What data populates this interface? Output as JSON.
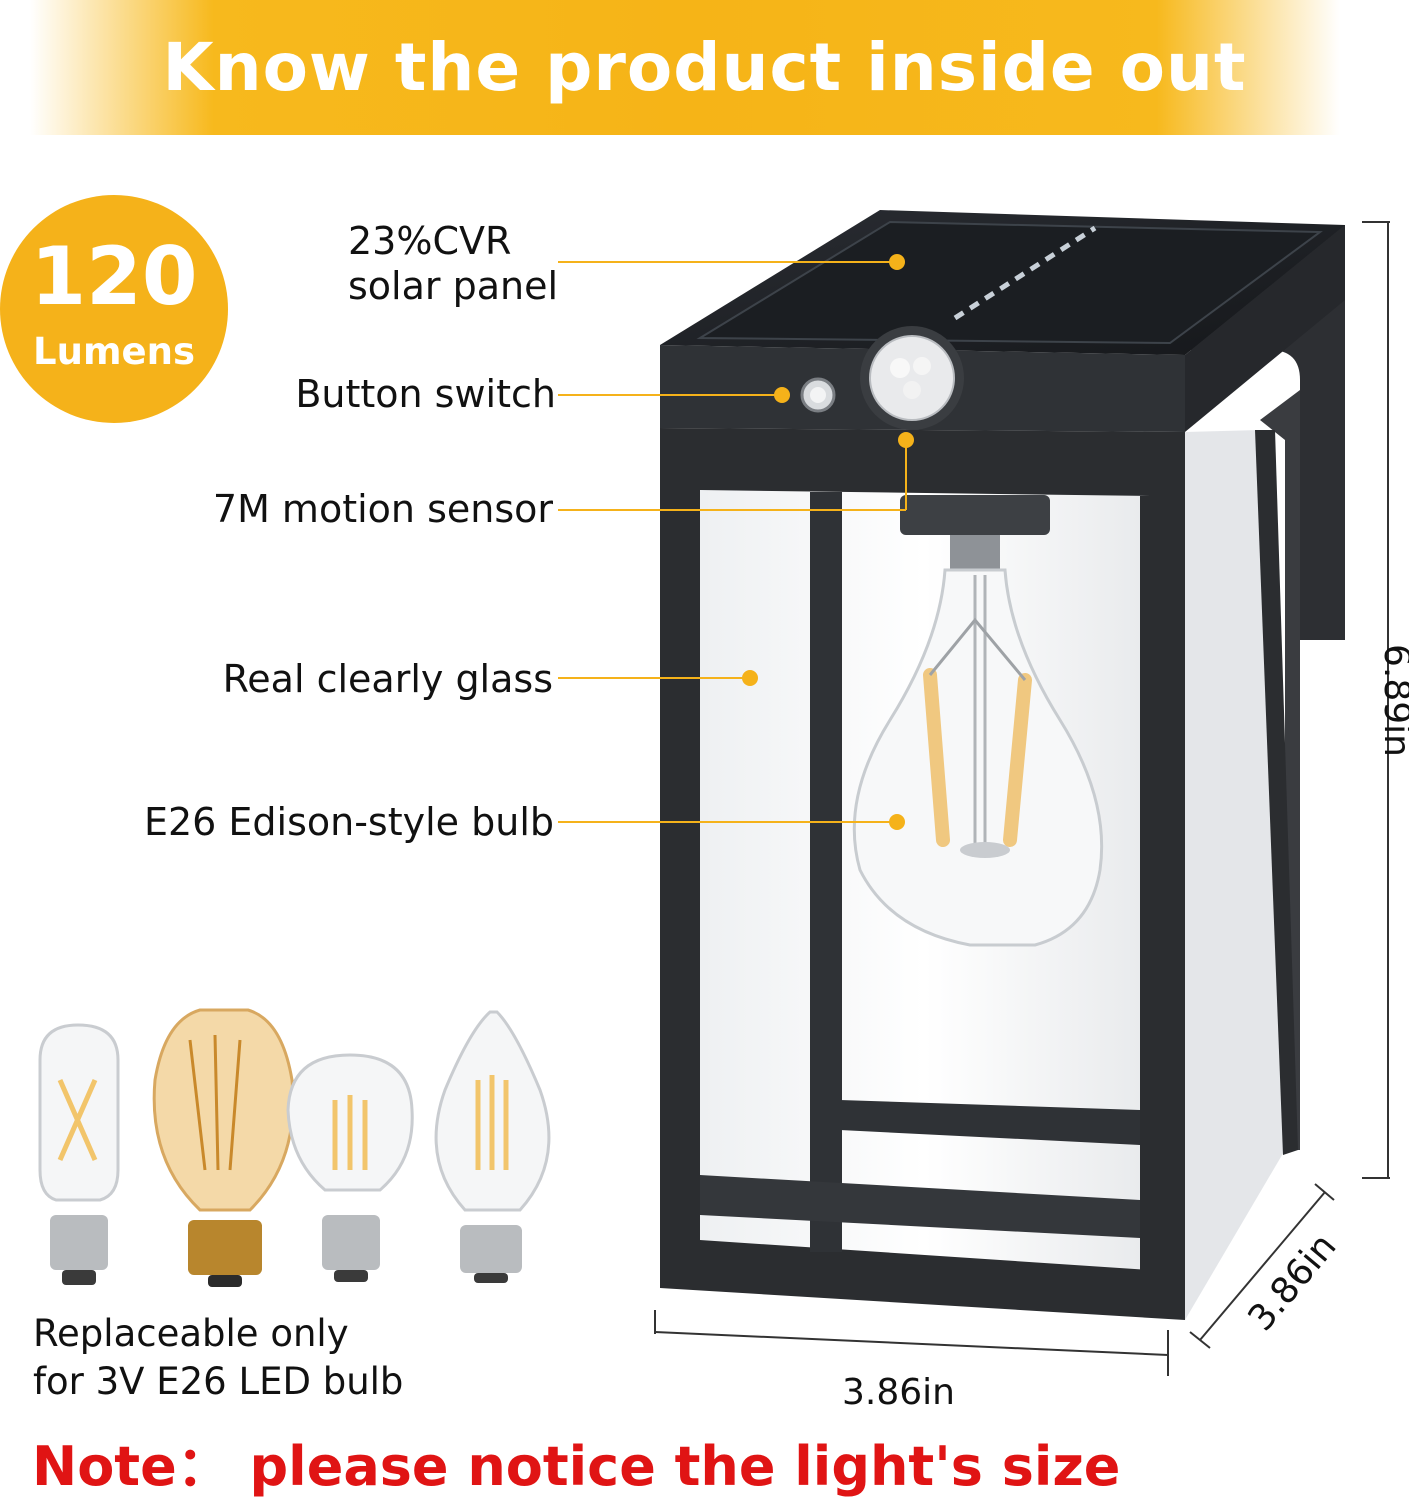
{
  "banner": {
    "title": "Know the product inside out"
  },
  "badge": {
    "value": "120",
    "unit": "Lumens"
  },
  "callouts": {
    "solar_panel_line1": "23%CVR",
    "solar_panel_line2": "solar panel",
    "button_switch": "Button switch",
    "motion_sensor": "7M motion sensor",
    "glass": "Real clearly glass",
    "bulb": "E26 Edison-style bulb"
  },
  "dimensions": {
    "height": "6.89in",
    "width": "3.86in",
    "depth": "3.86in"
  },
  "replaceable": {
    "line1": "Replaceable only",
    "line2": "for 3V E26 LED bulb"
  },
  "note": "Note：  please notice the light's size",
  "colors": {
    "accent": "#f5b21a",
    "note_red": "#e01414",
    "frame": "#2b2d30"
  }
}
